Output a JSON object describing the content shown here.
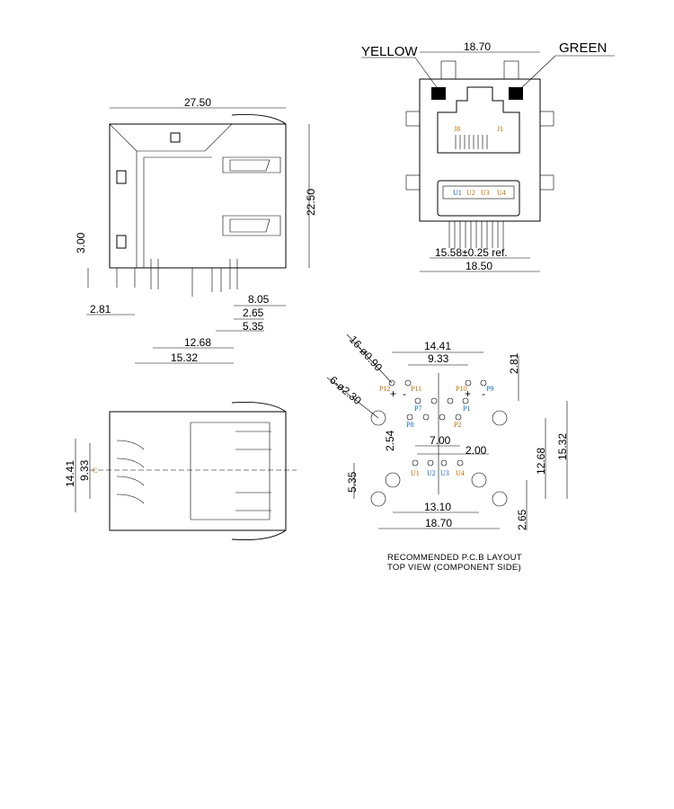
{
  "front_view": {
    "led_left": "YELLOW",
    "led_right": "GREEN",
    "top_width": "18.70",
    "bottom_ref": "15.58±0.25  ref.",
    "bottom_width": "18.50",
    "rj45_pins": [
      "J8",
      "J1"
    ],
    "usb_pins": [
      "U1",
      "U2",
      "U3",
      "U4"
    ]
  },
  "side_view": {
    "length": "27.50",
    "height": "22.50",
    "pin_height": "3.00",
    "d1": "2.81",
    "d2": "8.05",
    "d3": "2.65",
    "d4": "5.35",
    "d5": "12.68",
    "d6": "15.32"
  },
  "bottom_view": {
    "d1": "14.41",
    "d2": "9.33",
    "mark": "C"
  },
  "pcb_layout": {
    "holes_small": "16-ø0.90",
    "holes_large": "6-ø2.30",
    "dims": {
      "w1": "14.41",
      "w2": "9.33",
      "h_top": "2.81",
      "h_pp": "2.54",
      "u_span": "7.00",
      "u_pitch": "2.00",
      "h_u": "5.35",
      "w_mid": "13.10",
      "w_total": "18.70",
      "h_1268": "12.68",
      "h_1532": "15.32",
      "h_265": "2.65"
    },
    "pins": {
      "P12": "P12",
      "P11": "P11",
      "P10": "P10",
      "P9": "P9",
      "P7": "P7",
      "P1": "P1",
      "P8": "P8",
      "P2": "P2",
      "U1": "U1",
      "U2": "U2",
      "U3": "U3",
      "U4": "U4",
      "plus": "+",
      "minus": "-"
    },
    "caption_line1": "RECOMMENDED P.C.B LAYOUT",
    "caption_line2": "TOP VIEW (COMPONENT SIDE)"
  }
}
